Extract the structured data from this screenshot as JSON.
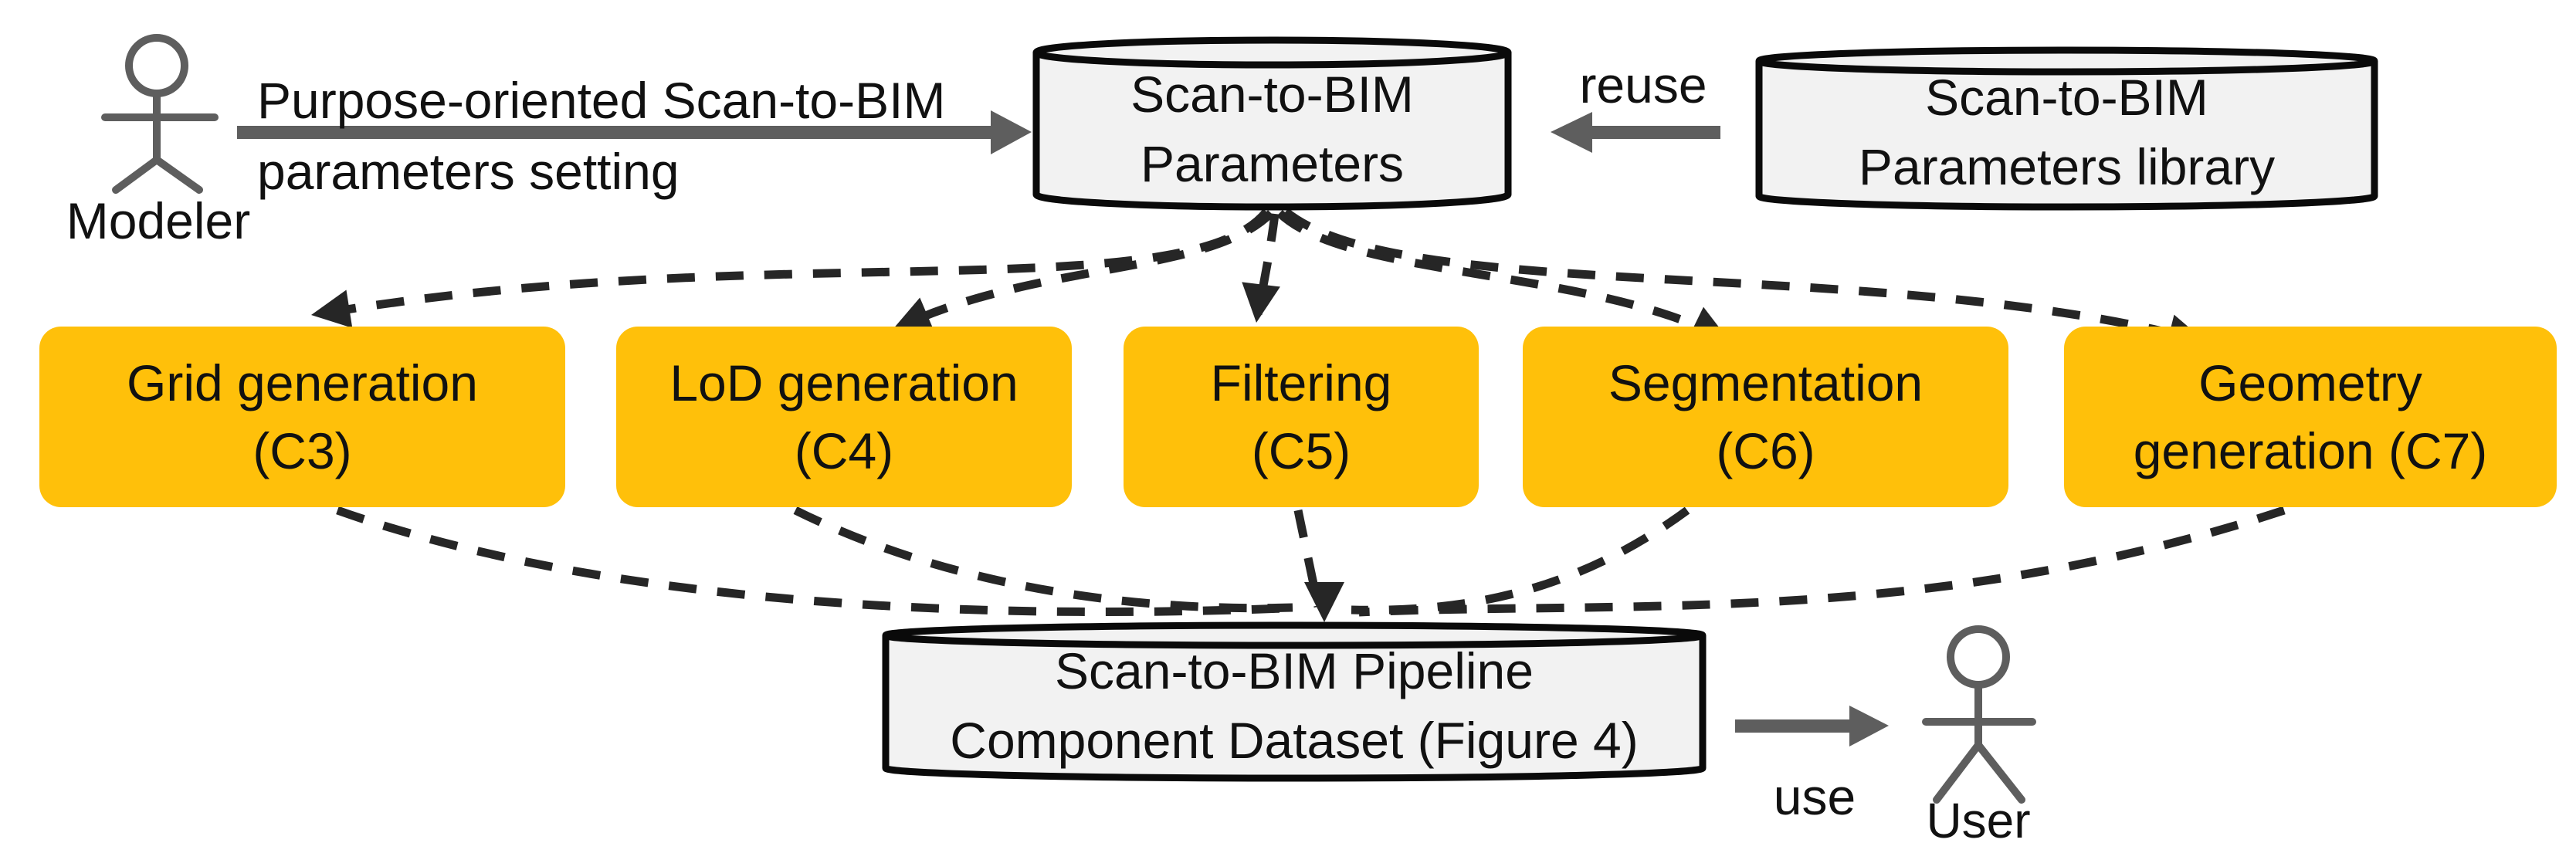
{
  "figure": {
    "type": "workflow-diagram",
    "description_visible_only": "Scan-to-BIM pipeline diagram"
  },
  "actors": {
    "modeler": {
      "label": "Modeler",
      "icon": "person-stick-figure"
    },
    "user": {
      "label": "User",
      "icon": "person-stick-figure"
    }
  },
  "edges": {
    "parameters_setting": {
      "label_line1": "Purpose-oriented Scan-to-BIM",
      "label_line2": "parameters setting",
      "style": "solid-gray-arrow-right"
    },
    "reuse": {
      "label": "reuse",
      "style": "solid-gray-arrow-left"
    },
    "use": {
      "label": "use",
      "style": "solid-gray-arrow-right"
    },
    "fan_out_style": "dashed-black-arrows-from-parameters-to-components",
    "fan_in_style": "dashed-black-lines-from-components-to-dataset"
  },
  "datastores": {
    "parameters": {
      "line1": "Scan-to-BIM",
      "line2": "Parameters"
    },
    "library": {
      "line1": "Scan-to-BIM",
      "line2": "Parameters library"
    },
    "dataset": {
      "line1": "Scan-to-BIM Pipeline",
      "line2": "Component Dataset (Figure 4)"
    }
  },
  "components": [
    {
      "id": "C3",
      "line1": "Grid generation",
      "line2": "(C3)"
    },
    {
      "id": "C4",
      "line1": "LoD generation",
      "line2": "(C4)"
    },
    {
      "id": "C5",
      "line1": "Filtering",
      "line2": "(C5)"
    },
    {
      "id": "C6",
      "line1": "Segmentation",
      "line2": "(C6)"
    },
    {
      "id": "C7",
      "line1": "Geometry",
      "line2": "generation (C7)"
    }
  ],
  "colors": {
    "component_fill": "#FFC00A",
    "datastore_fill": "#F2F2F2",
    "arrow_gray": "#5E5E5E",
    "dash_color": "#262626",
    "outline": "#0A0A0A",
    "text": "#111111"
  }
}
